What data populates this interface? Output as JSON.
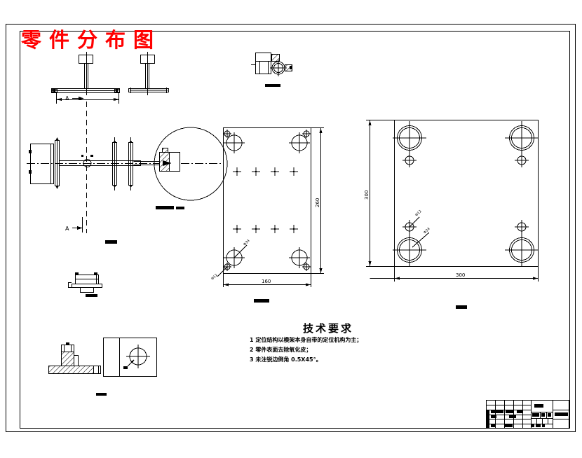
{
  "sheet": {
    "title": "零件分布图",
    "tech": {
      "title": "技术要求",
      "items": [
        "1 定位结构以模架本身自带的定位机构为主；",
        "2 零件表面去除氧化皮；",
        "3 未注锐边倒角 0.5X45°。"
      ]
    },
    "dims": {
      "center_plate_width": "160",
      "center_plate_height": "260",
      "right_plate_width": "300",
      "right_plate_height": "300",
      "section_letter": "A",
      "small_hole": "Φ12",
      "large_hole": "Φ34"
    },
    "colors": {
      "ink": "#000000",
      "title_red": "#ff0000",
      "background": "#ffffff"
    }
  }
}
